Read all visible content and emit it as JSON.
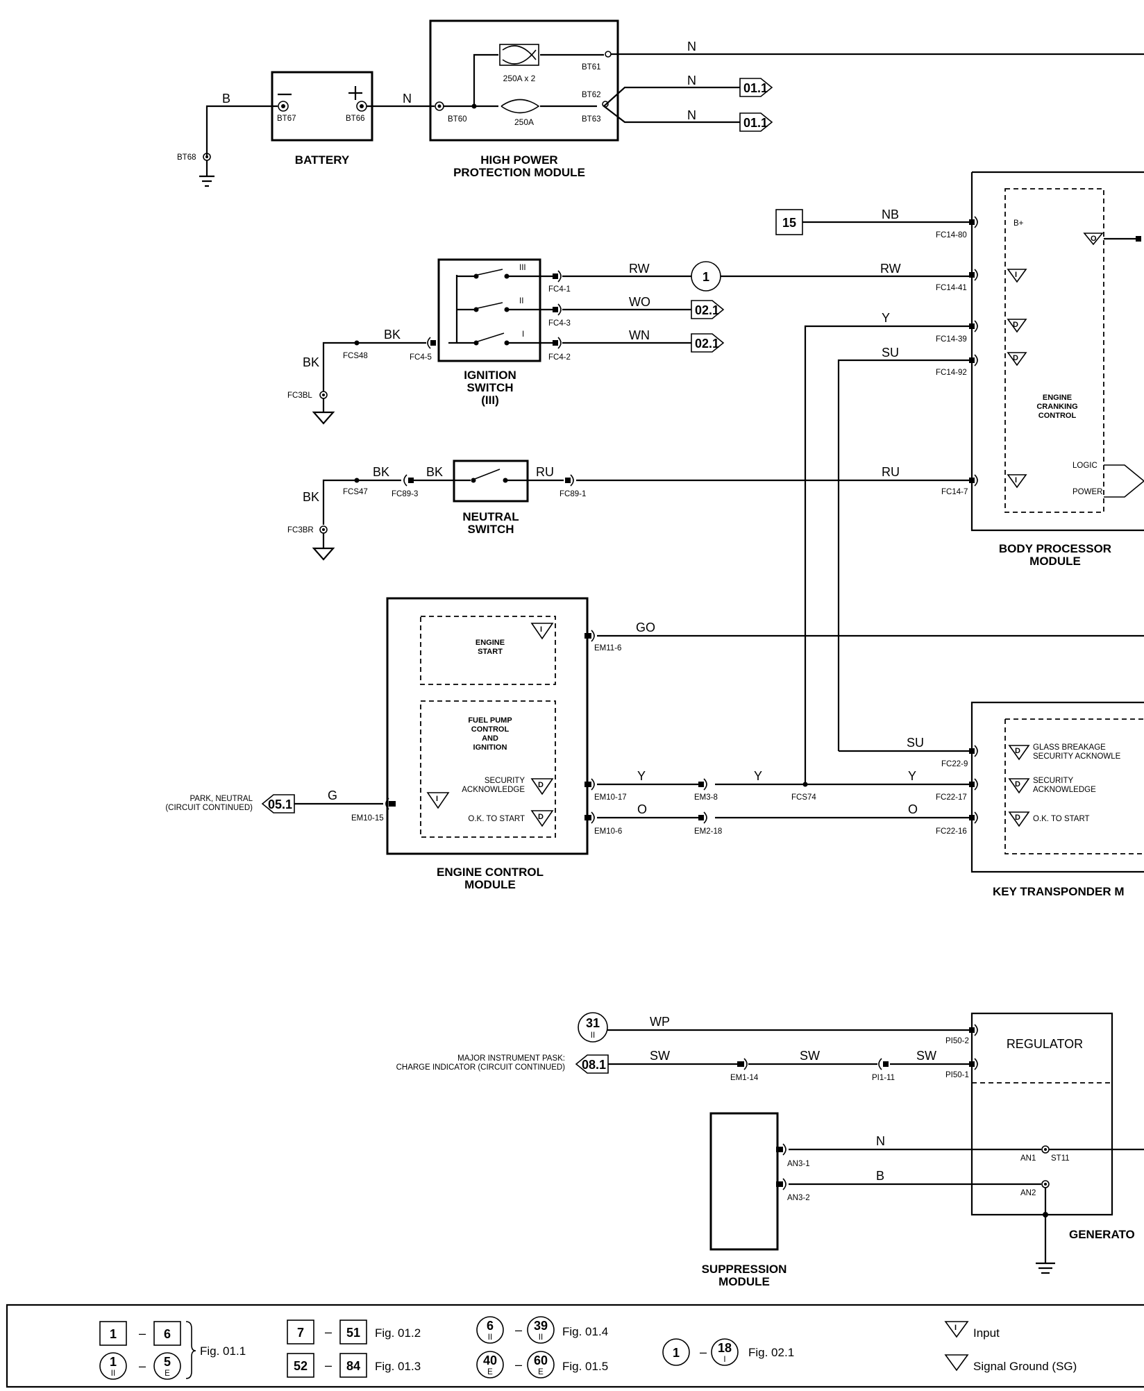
{
  "components": {
    "battery": "BATTERY",
    "hppm": [
      "HIGH POWER",
      "PROTECTION MODULE"
    ],
    "ignition": [
      "IGNITION",
      "SWITCH",
      "(III)"
    ],
    "neutral": [
      "NEUTRAL",
      "SWITCH"
    ],
    "bpm": [
      "BODY PROCESSOR",
      "MODULE"
    ],
    "ecm": [
      "ENGINE CONTROL",
      "MODULE"
    ],
    "ktm": "KEY TRANSPONDER M",
    "generator": "GENERATO",
    "regulator": "REGULATOR",
    "suppression": [
      "SUPPRESSION",
      "MODULE"
    ]
  },
  "inner_blocks": {
    "engine_cranking": [
      "ENGINE",
      "CRANKING",
      "CONTROL"
    ],
    "engine_start": [
      "ENGINE",
      "START"
    ],
    "fuel_pump": [
      "FUEL PUMP",
      "CONTROL",
      "AND",
      "IGNITION"
    ],
    "security_ack": [
      "SECURITY",
      "ACKNOWLEDGE"
    ],
    "ok_to_start": "O.K. TO START",
    "glass_breakage": [
      "GLASS BREAKAGE",
      "SECURITY ACKNOWLE"
    ],
    "ktm_security_ack": [
      "SECURITY",
      "ACKNOWLEDGE"
    ],
    "ktm_ok_to_start": "O.K. TO START",
    "logic": "LOGIC",
    "power": "POWER",
    "b_plus": "B+"
  },
  "fuses": {
    "upper": "250A x 2",
    "lower": "250A"
  },
  "ignition_positions": [
    "III",
    "II",
    "I"
  ],
  "wires": {
    "b": "B",
    "n_batt": "N",
    "n_bt61": "N",
    "n_bt62": "N",
    "n_bt63": "N",
    "nb": "NB",
    "rw1": "RW",
    "rw2": "RW",
    "wo": "WO",
    "wn": "WN",
    "y_bpm": "Y",
    "su_bpm": "SU",
    "bk1": "BK",
    "bk1v": "BK",
    "bk2": "BK",
    "bk3": "BK",
    "bk2v": "BK",
    "ru1": "RU",
    "ru2": "RU",
    "go": "GO",
    "g": "G",
    "y1": "Y",
    "y2": "Y",
    "y3": "Y",
    "o1": "O",
    "o2": "O",
    "su_ktm": "SU",
    "wp": "WP",
    "sw1": "SW",
    "sw2": "SW",
    "sw3": "SW",
    "n_gen": "N",
    "b_gen": "B"
  },
  "pins": {
    "bt68": "BT68",
    "bt67": "BT67",
    "bt66": "BT66",
    "bt60": "BT60",
    "bt61": "BT61",
    "bt62": "BT62",
    "bt63": "BT63",
    "fc14_80": "FC14-80",
    "fc14_41": "FC14-41",
    "fc14_39": "FC14-39",
    "fc14_92": "FC14-92",
    "fc14_7": "FC14-7",
    "fc4_1": "FC4-1",
    "fc4_3": "FC4-3",
    "fc4_2": "FC4-2",
    "fc4_5": "FC4-5",
    "fcs48": "FCS48",
    "fc3bl": "FC3BL",
    "fcs47": "FCS47",
    "fc3br": "FC3BR",
    "fc89_3": "FC89-3",
    "fc89_1": "FC89-1",
    "em11_6": "EM11-6",
    "em10_17": "EM10-17",
    "em10_6": "EM10-6",
    "em10_15": "EM10-15",
    "em3_8": "EM3-8",
    "em2_18": "EM2-18",
    "fcs74": "FCS74",
    "fc22_9": "FC22-9",
    "fc22_17": "FC22-17",
    "fc22_16": "FC22-16",
    "pi50_2": "PI50-2",
    "pi50_1": "PI50-1",
    "em1_14": "EM1-14",
    "pi1_11": "PI1-11",
    "an3_1": "AN3-1",
    "an3_2": "AN3-2",
    "an1": "AN1",
    "st11": "ST11",
    "an2": "AN2"
  },
  "refs": {
    "r011a": "01.1",
    "r011b": "01.1",
    "r15": "15",
    "r1": "1",
    "r021a": "02.1",
    "r021b": "02.1",
    "r051": "05.1",
    "r31": "31",
    "r081": "08.1"
  },
  "continued": {
    "park_neutral": [
      "PARK, NEUTRAL",
      "(CIRCUIT CONTINUED)"
    ],
    "charge_indicator": [
      "MAJOR INSTRUMENT PASK:",
      "CHARGE INDICATOR (CIRCUIT CONTINUED)"
    ]
  },
  "legend": {
    "box1_a": "1",
    "box1_b": "6",
    "circ1_a": "1",
    "circ1_b": "5",
    "fig1": "Fig. 01.1",
    "box2_a": "7",
    "box2_b": "51",
    "fig2": "Fig. 01.2",
    "box3_a": "52",
    "box3_b": "84",
    "fig3": "Fig. 01.3",
    "circ4_a": "6",
    "circ4_b": "39",
    "fig4": "Fig. 01.4",
    "circ5_a": "40",
    "circ5_b": "60",
    "fig5": "Fig. 01.5",
    "circ6_a": "1",
    "circ6_b": "18",
    "fig6": "Fig. 02.1",
    "dash": "–",
    "input": "Input",
    "signal_ground": "Signal Ground (SG)"
  },
  "symbols": {
    "i": "I",
    "d": "D",
    "o": "O"
  },
  "subscripts": {
    "ii": "II",
    "i": "I",
    "e": "E"
  }
}
